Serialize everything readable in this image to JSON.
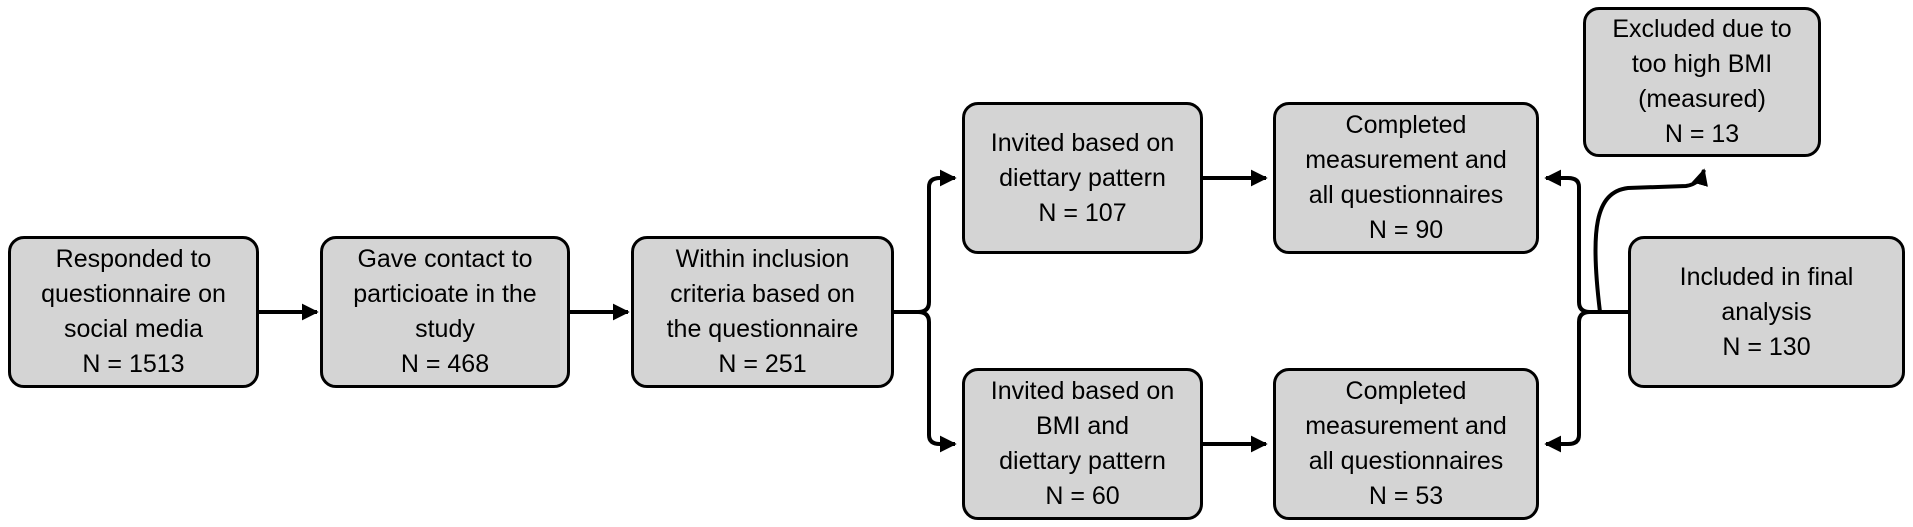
{
  "boxes": {
    "responded": {
      "lines": [
        "Responded to",
        "questionnaire on",
        "social media",
        "N = 1513"
      ]
    },
    "contact": {
      "lines": [
        "Gave contact to",
        "particioate in the",
        "study",
        "N = 468"
      ]
    },
    "inclusion": {
      "lines": [
        "Within inclusion",
        "criteria based on",
        "the questionnaire",
        "N = 251"
      ]
    },
    "invited_diet": {
      "lines": [
        "Invited based on",
        "diettary pattern",
        "N = 107"
      ]
    },
    "invited_bmi": {
      "lines": [
        "Invited based on",
        "BMI and",
        "diettary pattern",
        "N = 60"
      ]
    },
    "completed_top": {
      "lines": [
        "Completed",
        "measurement and",
        "all questionnaires",
        "N = 90"
      ]
    },
    "completed_bottom": {
      "lines": [
        "Completed",
        "measurement and",
        "all questionnaires",
        "N = 53"
      ]
    },
    "excluded": {
      "lines": [
        "Excluded due to",
        "too high BMI",
        "(measured)",
        "N = 13"
      ]
    },
    "included": {
      "lines": [
        "Included in final",
        "analysis",
        "N = 130"
      ]
    }
  }
}
